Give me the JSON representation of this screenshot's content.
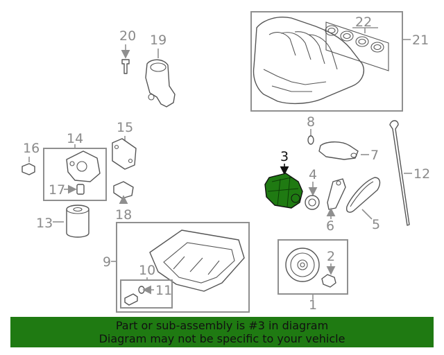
{
  "diagram": {
    "highlight_color": "#1f7a12",
    "callouts": {
      "c1": "1",
      "c2": "2",
      "c3": "3",
      "c4": "4",
      "c5": "5",
      "c6": "6",
      "c7": "7",
      "c8": "8",
      "c9": "9",
      "c10": "10",
      "c11": "11",
      "c12": "12",
      "c13": "13",
      "c14": "14",
      "c15": "15",
      "c16": "16",
      "c17": "17",
      "c18": "18",
      "c19": "19",
      "c20": "20",
      "c21": "21",
      "c22": "22"
    },
    "highlighted_callout": "3"
  },
  "banner": {
    "line1": "Part or sub-assembly is #3 in diagram",
    "line2": "Diagram may not be specific to your vehicle"
  }
}
